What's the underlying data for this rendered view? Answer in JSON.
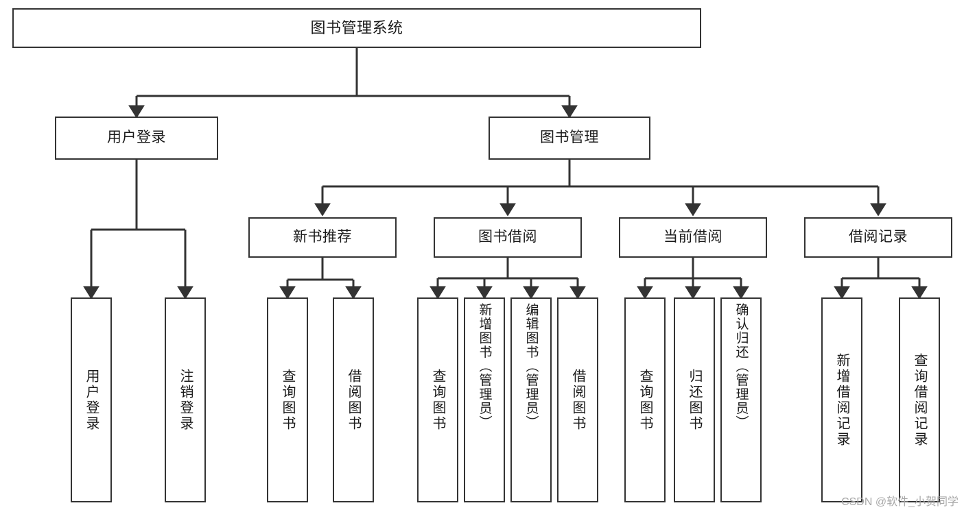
{
  "diagram": {
    "title": "图书管理系统",
    "type": "hierarchy-tree",
    "line_color": "#333333",
    "box_fill": "#ffffff",
    "text_color": "#1a1a1a",
    "watermark": "CSDN @软件_小贺同学",
    "watermark_color": "#a8a8a8",
    "levels": {
      "level0": "root",
      "level1": "modules",
      "level2": "submodules",
      "level3": "operations"
    },
    "nodes": {
      "root": {
        "label": "图书管理系统"
      },
      "user_login": {
        "label": "用户登录"
      },
      "book_manage": {
        "label": "图书管理"
      },
      "new_book_rec": {
        "label": "新书推荐"
      },
      "book_borrow": {
        "label": "图书借阅"
      },
      "current_borrow": {
        "label": "当前借阅"
      },
      "borrow_record": {
        "label": "借阅记录"
      },
      "leaf_user_login": {
        "label": "用户登录"
      },
      "leaf_logout": {
        "label": "注销登录"
      },
      "leaf_query_book_a": {
        "label": "查询图书"
      },
      "leaf_borrow_book_a": {
        "label": "借阅图书"
      },
      "leaf_query_book_b": {
        "label": "查询图书"
      },
      "leaf_add_book": {
        "label": "新增图书（管理员）"
      },
      "leaf_edit_book": {
        "label": "编辑图书（管理员）"
      },
      "leaf_borrow_book_b": {
        "label": "借阅图书"
      },
      "leaf_query_book_c": {
        "label": "查询图书"
      },
      "leaf_return_book": {
        "label": "归还图书"
      },
      "leaf_confirm_return": {
        "label": "确认归还（管理员）"
      },
      "leaf_add_record": {
        "label": "新增借阅记录"
      },
      "leaf_query_record": {
        "label": "查询借阅记录"
      }
    }
  }
}
